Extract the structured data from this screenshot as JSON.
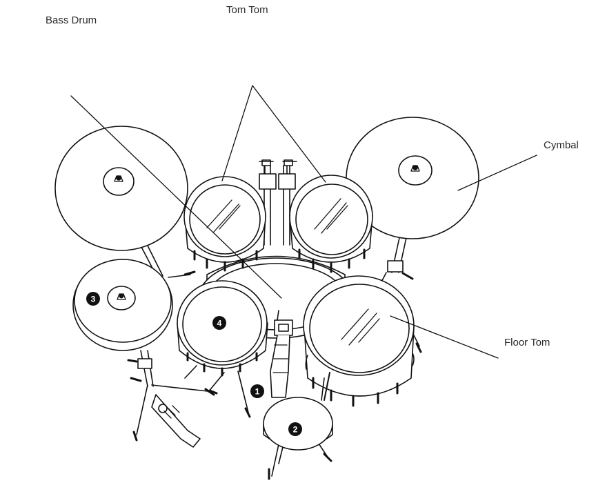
{
  "labels": {
    "bass_drum": "Bass Drum",
    "tom_tom": "Tom Tom",
    "cymbal": "Cymbal",
    "floor_tom": "Floor Tom"
  },
  "markers": {
    "m1": "1",
    "m2": "2",
    "m3": "3",
    "m4": "4"
  },
  "colors": {
    "stroke": "#111111",
    "badge": "#111111",
    "background": "#ffffff"
  }
}
